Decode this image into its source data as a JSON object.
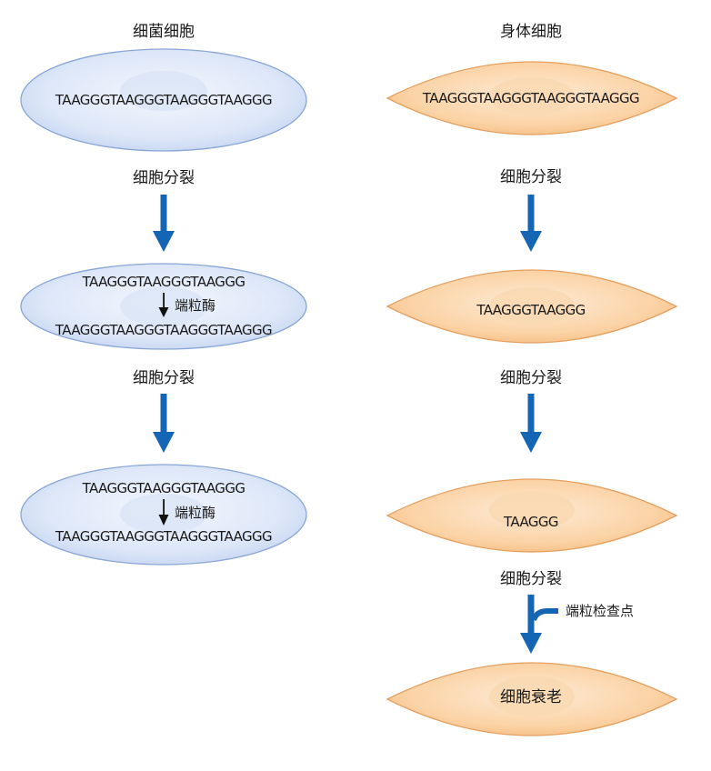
{
  "left": {
    "title": "细菌细胞",
    "cell1_seq": "TAAGGGTAAGGGTAAGGGTAAGGG",
    "division1": "细胞分裂",
    "cell2_top_seq": "TAAGGGTAAGGGTAAGGG",
    "cell2_enzyme": "端粒酶",
    "cell2_bottom_seq": "TAAGGGTAAGGGTAAGGGTAAGGG",
    "division2": "细胞分裂",
    "cell3_top_seq": "TAAGGGTAAGGGTAAGGG",
    "cell3_enzyme": "端粒酶",
    "cell3_bottom_seq": "TAAGGGTAAGGGTAAGGGTAAGGG"
  },
  "right": {
    "title": "身体细胞",
    "cell1_seq": "TAAGGGTAAGGGTAAGGGTAAGGG",
    "division1": "细胞分裂",
    "cell2_seq": "TAAGGGTAAGGG",
    "division2": "细胞分裂",
    "cell3_seq": "TAAGGG",
    "division3": "细胞分裂",
    "checkpoint": "端粒检查点",
    "cell4_label": "细胞衰老"
  },
  "colors": {
    "bacteria_fill_center": "#f1f5fd",
    "bacteria_fill_edge": "#c9d8f2",
    "bacteria_stroke": "#8aa6d6",
    "body_fill_center": "#fde6cc",
    "body_fill_edge": "#f8c48e",
    "body_stroke": "#e5a060",
    "arrow": "#1565b5"
  }
}
